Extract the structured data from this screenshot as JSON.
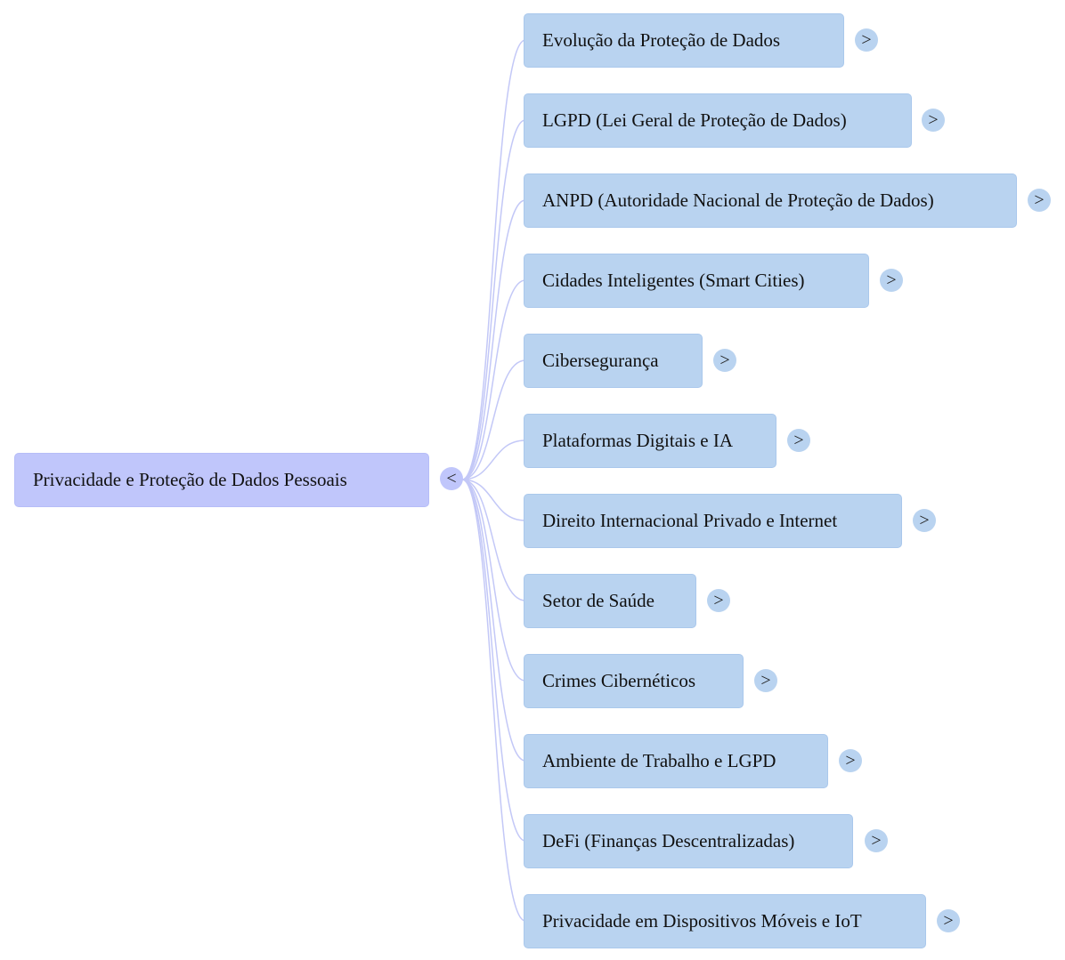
{
  "root": {
    "label": "Privacidade e Proteção de Dados Pessoais",
    "toggle": "<"
  },
  "children": [
    {
      "label": "Evolução da Proteção de Dados",
      "toggle": ">"
    },
    {
      "label": "LGPD (Lei Geral de Proteção de Dados)",
      "toggle": ">"
    },
    {
      "label": "ANPD (Autoridade Nacional de Proteção de Dados)",
      "toggle": ">"
    },
    {
      "label": "Cidades Inteligentes (Smart Cities)",
      "toggle": ">"
    },
    {
      "label": "Cibersegurança",
      "toggle": ">"
    },
    {
      "label": "Plataformas Digitais e IA",
      "toggle": ">"
    },
    {
      "label": "Direito Internacional Privado e Internet",
      "toggle": ">"
    },
    {
      "label": "Setor de Saúde",
      "toggle": ">"
    },
    {
      "label": "Crimes Cibernéticos",
      "toggle": ">"
    },
    {
      "label": "Ambiente de Trabalho e LGPD",
      "toggle": ">"
    },
    {
      "label": "DeFi (Finanças Descentralizadas)",
      "toggle": ">"
    },
    {
      "label": "Privacidade em Dispositivos Móveis e IoT",
      "toggle": ">"
    }
  ],
  "colors": {
    "root_fill": "#c0c6fb",
    "child_fill": "#b9d3f0",
    "connector": "#c3c8f7"
  }
}
